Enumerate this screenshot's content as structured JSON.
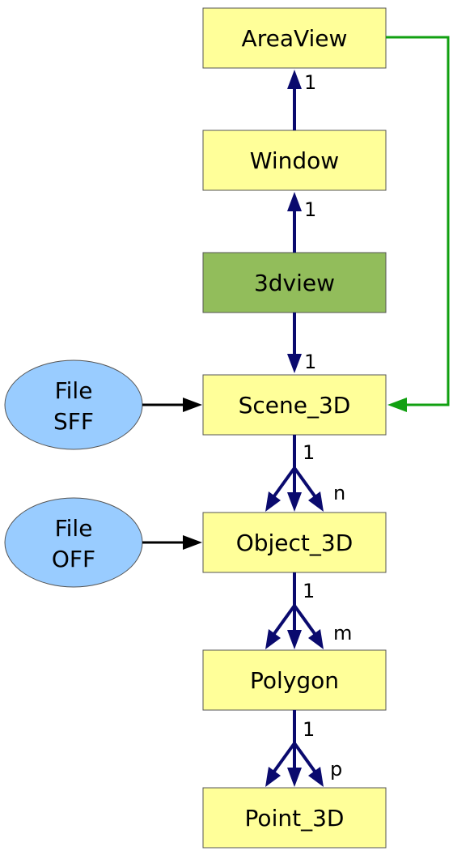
{
  "nodes": {
    "areaview": "AreaView",
    "window": "Window",
    "view3d": "3dview",
    "scene3d": "Scene_3D",
    "object3d": "Object_3D",
    "polygon": "Polygon",
    "point3d": "Point_3D",
    "file_sff": [
      "File",
      "SFF"
    ],
    "file_off": [
      "File",
      "OFF"
    ]
  },
  "labels": {
    "window_to_areaview": "1",
    "view_to_window": "1",
    "view_to_scene": "1",
    "scene_one": "1",
    "scene_many": "n",
    "object_one": "1",
    "object_many": "m",
    "polygon_one": "1",
    "polygon_many": "p"
  },
  "colors": {
    "box_fill": "#ffff99",
    "box_highlight": "#92bd5b",
    "ellipse_fill": "#99ccff",
    "arrow_navy": "#0a0a6e",
    "arrow_black": "#000000",
    "arrow_green": "#11a011"
  }
}
